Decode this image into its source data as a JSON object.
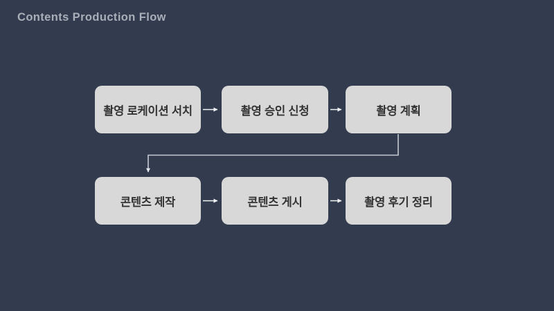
{
  "slide": {
    "title": "Contents Production Flow",
    "background_color": "#333C4E",
    "title_color": "#A9AFB9"
  },
  "flow": {
    "nodes": [
      {
        "id": "node-1",
        "row": 1,
        "col": 1,
        "label": "촬영 로케이션 서치"
      },
      {
        "id": "node-2",
        "row": 1,
        "col": 2,
        "label": "촬영 승인 신청"
      },
      {
        "id": "node-3",
        "row": 1,
        "col": 3,
        "label": "촬영 계획"
      },
      {
        "id": "node-4",
        "row": 2,
        "col": 1,
        "label": "콘텐츠 제작"
      },
      {
        "id": "node-5",
        "row": 2,
        "col": 2,
        "label": "콘텐츠 게시"
      },
      {
        "id": "node-6",
        "row": 2,
        "col": 3,
        "label": "촬영 후기 정리"
      }
    ],
    "connections": [
      {
        "from": "촬영 로케이션 서치",
        "to": "촬영 승인 신청",
        "type": "straight-arrow"
      },
      {
        "from": "촬영 승인 신청",
        "to": "촬영 계획",
        "type": "straight-arrow"
      },
      {
        "from": "촬영 계획",
        "to": "콘텐츠 제작",
        "type": "elbow-arrow"
      },
      {
        "from": "콘텐츠 제작",
        "to": "콘텐츠 게시",
        "type": "straight-arrow"
      },
      {
        "from": "콘텐츠 게시",
        "to": "촬영 후기 정리",
        "type": "straight-arrow"
      }
    ],
    "node_fill_color": "#D8D8D8",
    "node_text_color": "#333333",
    "arrow_color": "#F2F3F5",
    "elbow_arrow_color": "#C6CBD3"
  }
}
